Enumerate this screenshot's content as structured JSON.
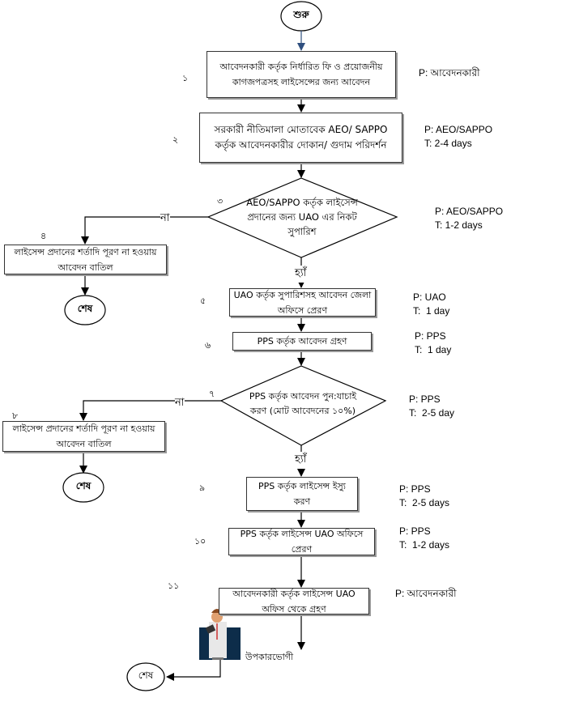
{
  "start": "শুরু",
  "end": "শেষ",
  "yes": "হ্যাঁ",
  "no": "না",
  "steps": [
    {
      "num": "১",
      "text": "আবেদনকারী কর্তৃক নির্ধারিত ফি ও প্রয়োজনীয় কাগজপত্রসহ লাইসেন্সের জন্য আবেদন",
      "info": "P: আবেদনকারী"
    },
    {
      "num": "২",
      "text": "সরকারী নীতিমালা মোতাবেক AEO/ SAPPO কর্তৃক আবেদনকারীর দোকান/ গুদাম পরিদর্শন",
      "info": "P: AEO/SAPPO\nT: 2-4 days"
    },
    {
      "num": "৩",
      "text": "AEO/SAPPO কর্তৃক লাইসেন্স প্রদানের জন্য UAO এর নিকট সুপারিশ",
      "info": "P: AEO/SAPPO\nT: 1-2 days"
    },
    {
      "num": "৪",
      "text": "লাইসেন্স প্রদানের শর্তাদি পূরণ না হওয়ায়  আবেদন বাতিল"
    },
    {
      "num": "৫",
      "text": "UAO কর্তৃক সুপারিশসহ আবেদন জেলা অফিসে প্রেরণ",
      "info": "P: UAO\nT:  1 day"
    },
    {
      "num": "৬",
      "text": "PPS কর্তৃক আবেদন গ্রহণ",
      "info": "P: PPS\nT:  1 day"
    },
    {
      "num": "৭",
      "text": "PPS কর্তৃক আবেদন পুন:যাচাই করণ (মোট আবেদনের ১০%)",
      "info": "P: PPS\nT:  2-5 day"
    },
    {
      "num": "৮",
      "text": "লাইসেন্স প্রদানের শর্তাদি পূরণ না হওয়ায়  আবেদন বাতিল"
    },
    {
      "num": "৯",
      "text": "PPS কর্তৃক লাইসেন্স ইস্যু করণ",
      "info": "P: PPS\nT:  2-5 days"
    },
    {
      "num": "১০",
      "text": "PPS কর্তৃক লাইসেন্স UAO অফিসে প্রেরণ",
      "info": "P: PPS\nT:  1-2 days"
    },
    {
      "num": "১১",
      "text": "আবেদনকারী কর্তৃক লাইসেন্স UAO অফিস থেকে গ্রহণ",
      "info": "P: আবেদনকারী"
    }
  ],
  "beneficiary": "উপকারভোগী",
  "colors": {
    "start_arrow": "#2f4f7f",
    "figure_bg": "#0d2d4a"
  }
}
